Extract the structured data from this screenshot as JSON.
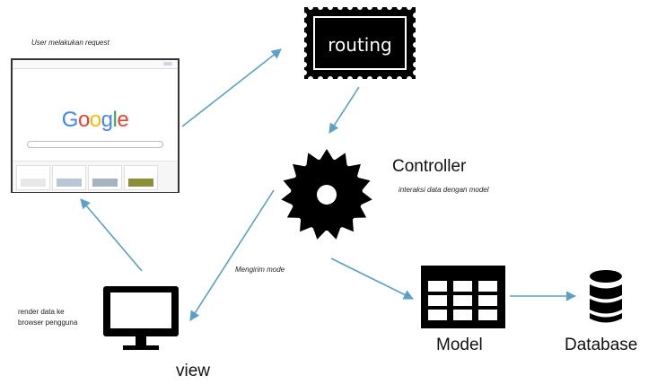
{
  "notes": {
    "user_request": "User melakukan request",
    "controller_note": "interaksi data dengan model",
    "view_note": "Mengirim mode",
    "render_note_line1": "render data ke",
    "render_note_line2": "browser pengguna"
  },
  "nodes": {
    "routing": "routing",
    "controller": "Controller",
    "model": "Model",
    "database": "Database",
    "view": "view"
  },
  "browser": {
    "logo_letters": [
      "G",
      "o",
      "o",
      "g",
      "l",
      "e"
    ],
    "logo_colors": [
      "#4285f4",
      "#ea4335",
      "#fbbc05",
      "#4285f4",
      "#34a853",
      "#ea4335"
    ]
  },
  "colors": {
    "arrow": "#5aa0c8",
    "icon": "#000000"
  },
  "icons": [
    "browser-window",
    "stamp-icon",
    "gear-icon",
    "table-icon",
    "database-icon",
    "monitor-icon"
  ]
}
